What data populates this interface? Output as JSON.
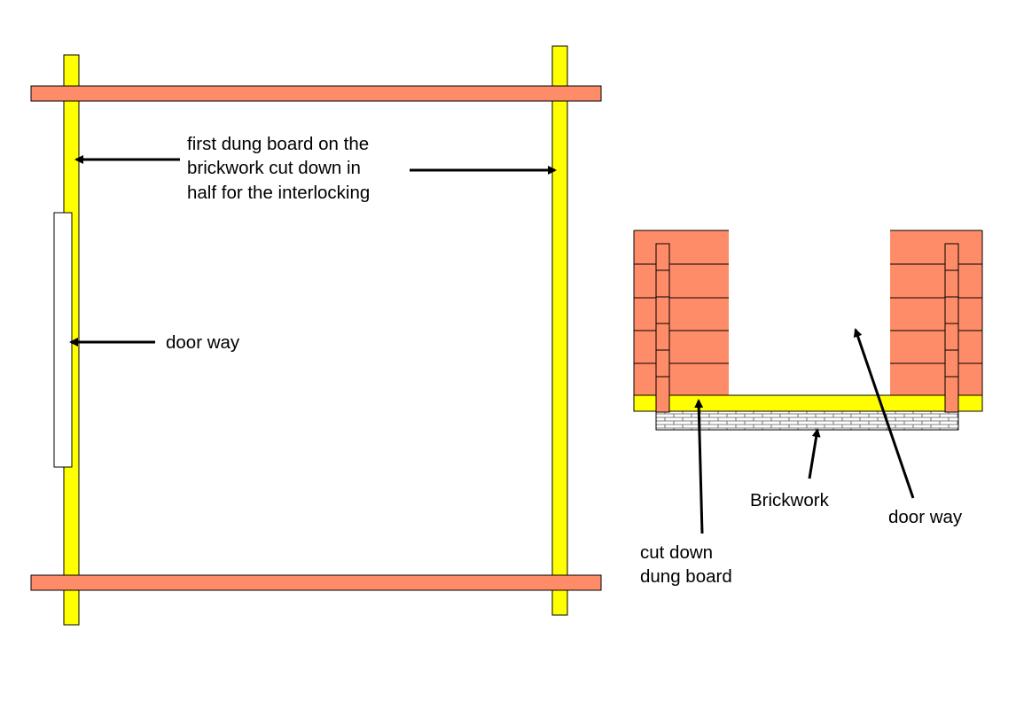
{
  "colors": {
    "dung_board": "#ffff00",
    "cross_board": "#ff8c69",
    "brick": "#ff8c69",
    "outline": "#000000",
    "door": "#ffffff"
  },
  "plan_view": {
    "label_line1": "first dung board on the",
    "label_line2": "brickwork cut down in",
    "label_line3": "half for the interlocking",
    "door_label": "door way"
  },
  "elevation_view": {
    "brickwork_label": "Brickwork",
    "door_label": "door way",
    "cut_board_line1": "cut  down",
    "cut_board_line2": "dung board"
  }
}
